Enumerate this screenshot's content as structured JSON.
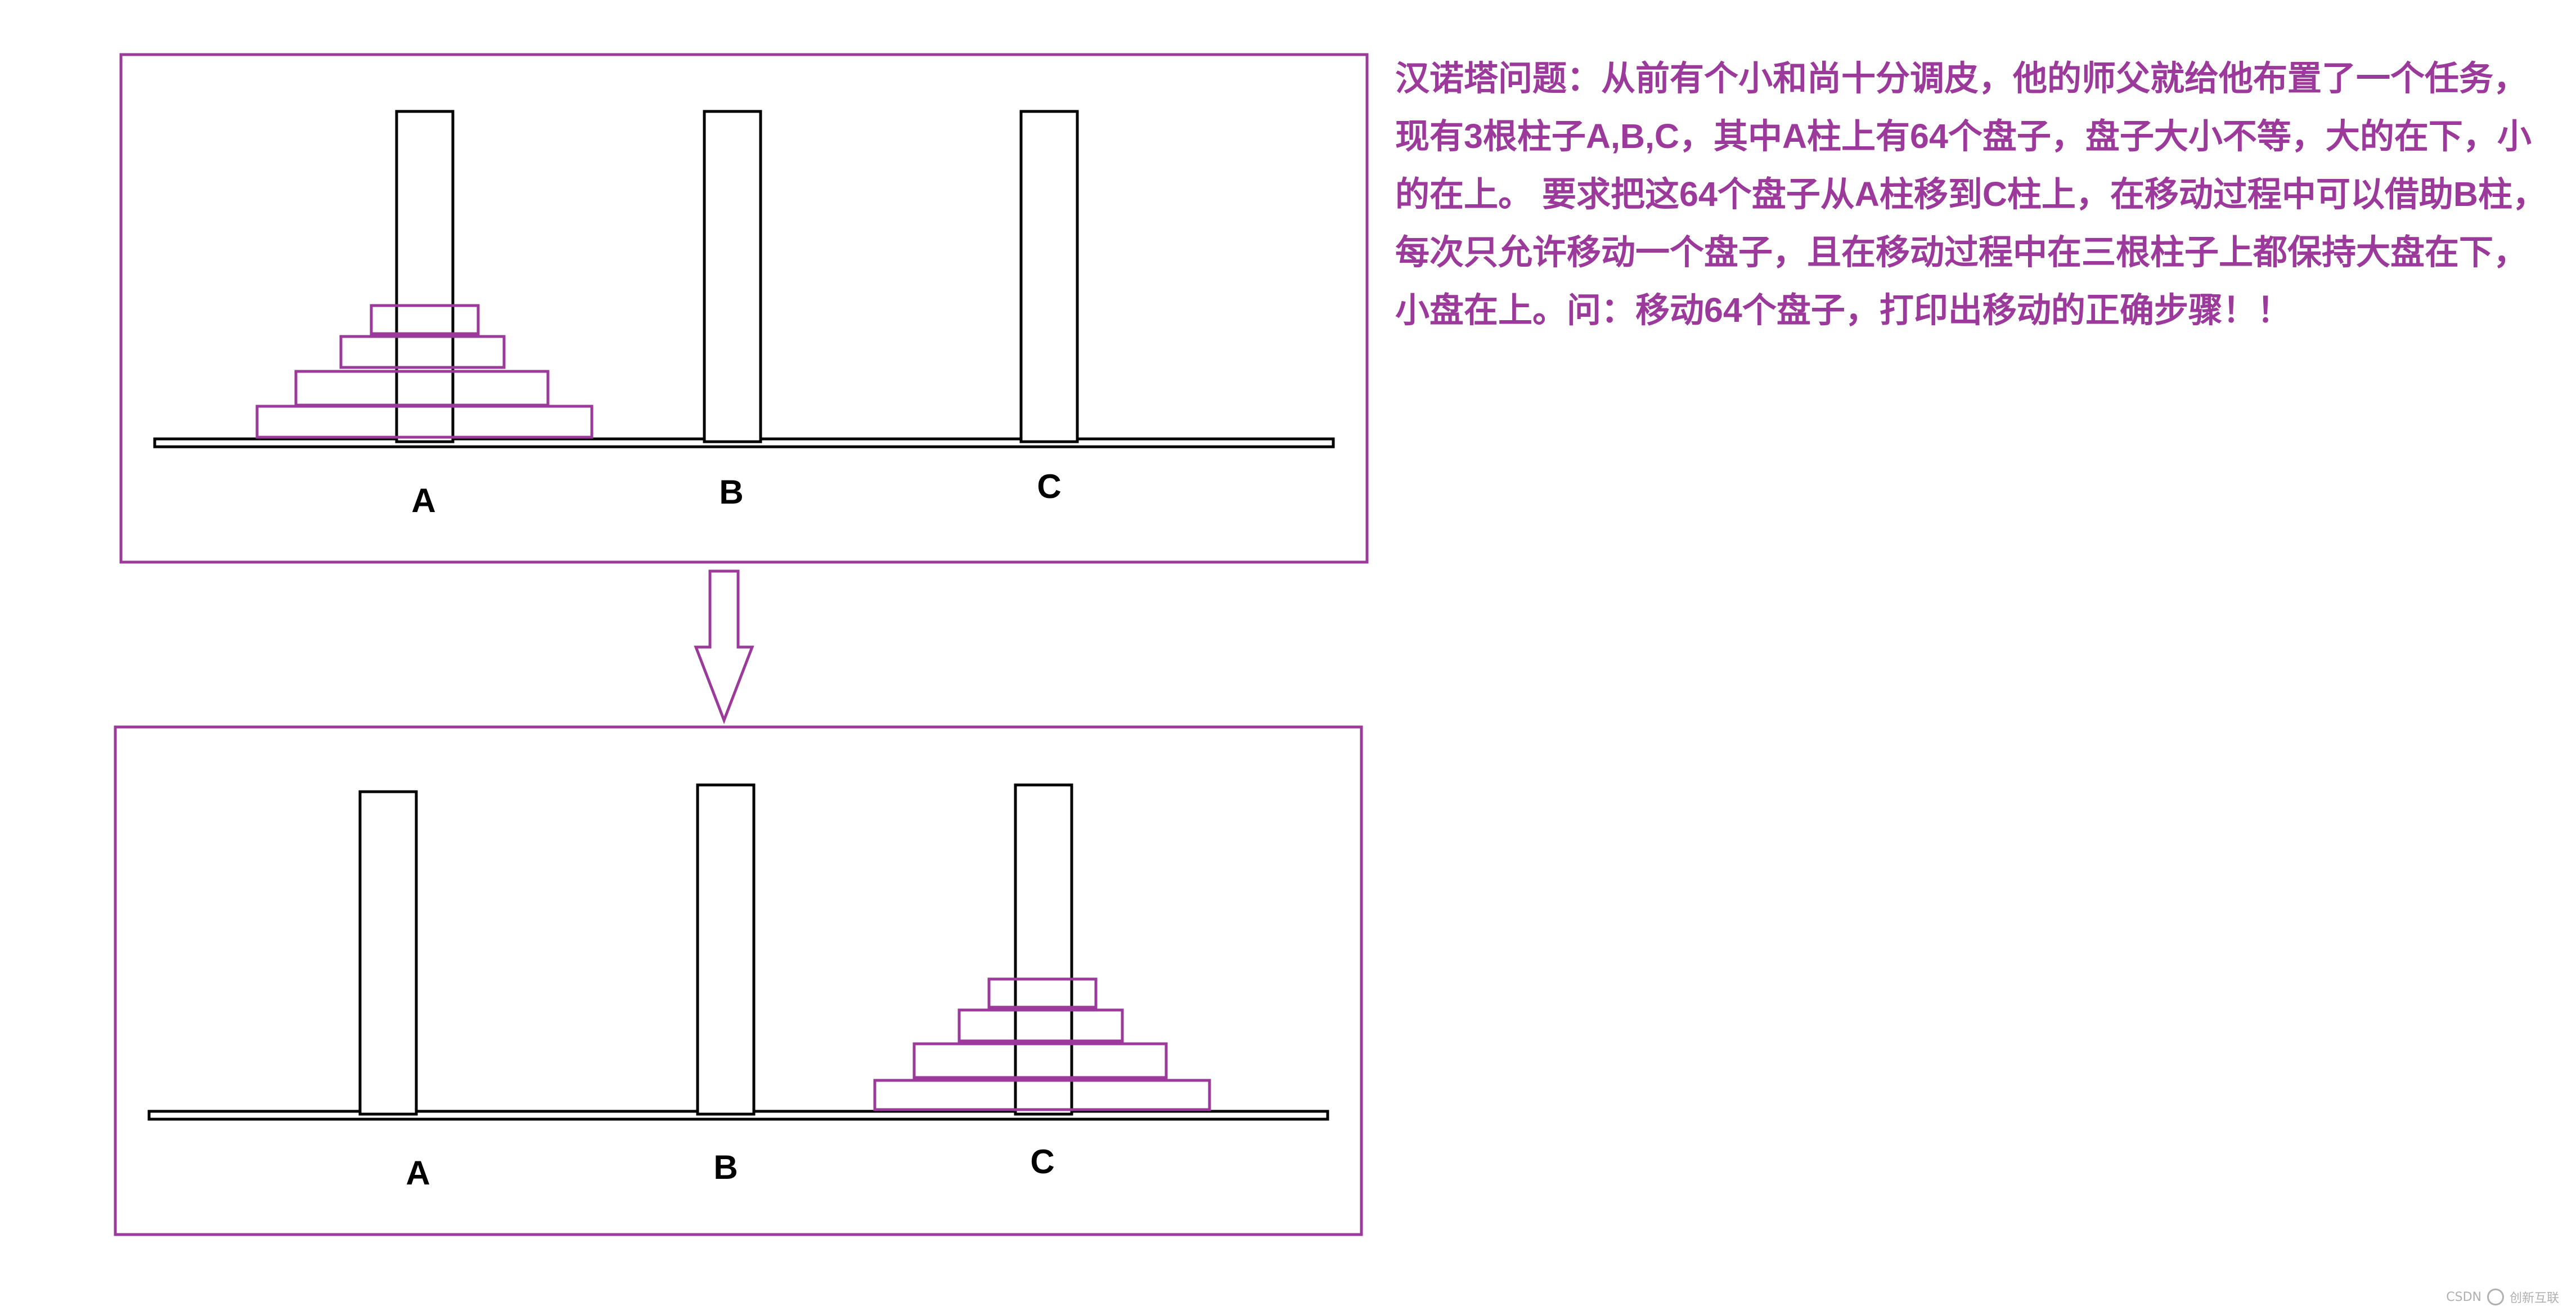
{
  "description": "汉诺塔问题：从前有个小和尚十分调皮，他的师父就给他布置了一个任务，现有3根柱子A,B,C，其中A柱上有64个盘子，盘子大小不等，大的在下，小的在上。 要求把这64个盘子从A柱移到C柱上，在移动过程中可以借助B柱，每次只允许移动一个盘子，且在移动过程中在三根柱子上都保持大盘在下，小盘在上。问：移动64个盘子，打印出移动的正确步骤！！",
  "colors": {
    "accent": "#9b3a9b",
    "line": "#000000"
  },
  "before": {
    "pegs": [
      {
        "label": "A",
        "disks": 4
      },
      {
        "label": "B",
        "disks": 0
      },
      {
        "label": "C",
        "disks": 0
      }
    ]
  },
  "after": {
    "pegs": [
      {
        "label": "A",
        "disks": 0
      },
      {
        "label": "B",
        "disks": 0
      },
      {
        "label": "C",
        "disks": 4
      }
    ]
  },
  "watermark": {
    "left": "CSDN",
    "right": "创新互联"
  }
}
